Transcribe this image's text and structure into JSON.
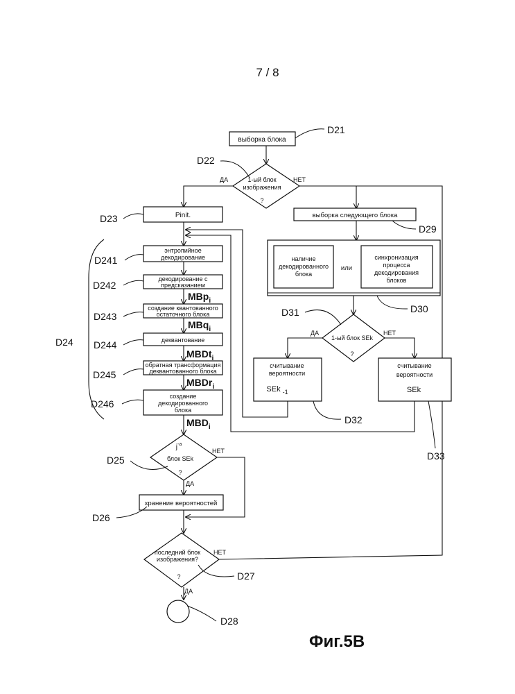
{
  "page_number": "7 / 8",
  "figure_caption": "Фиг.5В",
  "steps": {
    "d21": {
      "ref": "D21",
      "text": "выборка блока"
    },
    "d22": {
      "ref": "D22",
      "line1": "1-ый блок",
      "line2": "изображения",
      "q": "?",
      "yes": "ДА",
      "no": "НЕТ"
    },
    "d23": {
      "ref": "D23",
      "text": "Pinit."
    },
    "d24": {
      "ref": "D24"
    },
    "d241": {
      "ref": "D241",
      "line1": "энтропийное",
      "line2": "декодирование"
    },
    "d242": {
      "ref": "D242",
      "line1": "декодирование с",
      "line2": "предсказанием",
      "out": "MBp",
      "sub": "i"
    },
    "d243": {
      "ref": "D243",
      "line1": "создание квантованного",
      "line2": "остаточного блока",
      "out": "MBq",
      "sub": "i"
    },
    "d244": {
      "ref": "D244",
      "text": "деквантование",
      "out": "MBDt",
      "sub": "i"
    },
    "d245": {
      "ref": "D245",
      "line1": "обратная трансформация",
      "line2": "деквантованного блока",
      "out": "MBDr",
      "sub": "i"
    },
    "d246": {
      "ref": "D246",
      "line1": "создание",
      "line2": "декодированного",
      "line3": "блока",
      "out": "MBD",
      "sub": "i"
    },
    "d25": {
      "ref": "D25",
      "line1": "j",
      "sup": "-а",
      "line2": "блок SEk",
      "q": "?",
      "yes": "ДА",
      "no": "НЕТ"
    },
    "d26": {
      "ref": "D26",
      "text": "хранение вероятностей"
    },
    "d27": {
      "ref": "D27",
      "line1": "последний блок",
      "line2": "изображения?",
      "q": "?",
      "yes": "ДА",
      "no": "НЕТ"
    },
    "d28": {
      "ref": "D28"
    },
    "d29": {
      "ref": "D29",
      "text": "выборка следующего блока"
    },
    "d30": {
      "ref": "D30",
      "left_l1": "наличие",
      "left_l2": "декодированного",
      "left_l3": "блока",
      "or": "или",
      "right_l1": "синхронизация",
      "right_l2": "процесса",
      "right_l3": "декодирования",
      "right_l4": "блоков"
    },
    "d31": {
      "ref": "D31",
      "text": "1-ый блок SEk",
      "q": "?",
      "yes": "ДА",
      "no": "НЕТ"
    },
    "d32": {
      "ref": "D32",
      "line1": "считывание",
      "line2": "вероятности",
      "var": "SEk",
      "sub": "-1"
    },
    "d33": {
      "ref": "D33",
      "line1": "считывание",
      "line2": "вероятности",
      "var": "SEk"
    }
  }
}
